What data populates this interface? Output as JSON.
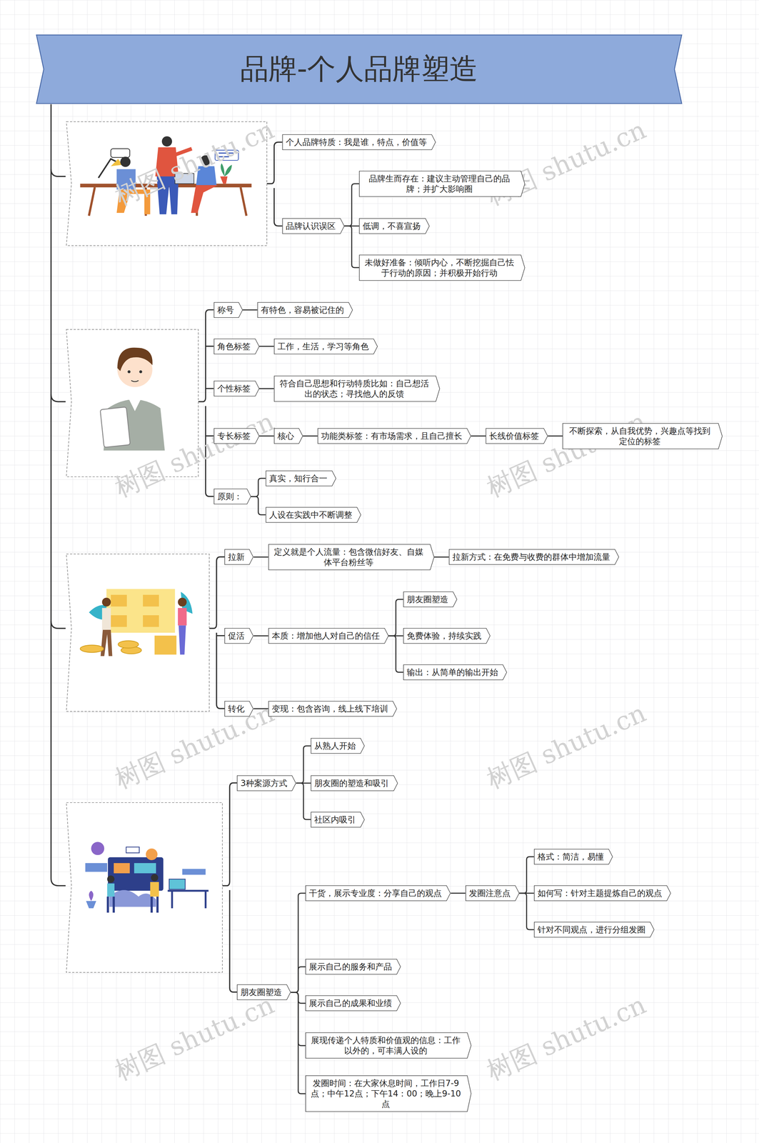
{
  "diagram": {
    "title": "品牌-个人品牌塑造",
    "nodes": [
      {
        "text": [
          "个人品牌特质：我是谁，特点，价值等"
        ]
      },
      {
        "text": [
          "品牌认识误区"
        ]
      },
      {
        "text": [
          "品牌生而存在：建议主动管理自己的品牌；并扩大影响圈"
        ]
      },
      {
        "text": [
          "低调，不喜宣扬"
        ]
      },
      {
        "text": [
          "未做好准备：倾听内心，不断挖掘自己怯于行动的原因；并积极开始行动"
        ]
      },
      {
        "text": [
          "称号"
        ]
      },
      {
        "text": [
          "有特色，容易被记住的"
        ]
      },
      {
        "text": [
          "角色标签"
        ]
      },
      {
        "text": [
          "工作，生活，学习等角色"
        ]
      },
      {
        "text": [
          "个性标签"
        ]
      },
      {
        "text": [
          "符合自己思想和行动特质比如：自己想活出的状态；寻找他人的反馈"
        ]
      },
      {
        "text": [
          "专长标签"
        ]
      },
      {
        "text": [
          "核心"
        ]
      },
      {
        "text": [
          "功能类标签：有市场需求，且自己擅长"
        ]
      },
      {
        "text": [
          "长线价值标签"
        ]
      },
      {
        "text": [
          "不断探索，从自我优势，兴趣点等找到定位的标签"
        ]
      },
      {
        "text": [
          "原则："
        ]
      },
      {
        "text": [
          "真实，知行合一"
        ]
      },
      {
        "text": [
          "人设在实践中不断调整"
        ]
      },
      {
        "text": [
          "拉新"
        ]
      },
      {
        "text": [
          "定义就是个人流量：包含微信好友、自媒体平台粉丝等"
        ]
      },
      {
        "text": [
          "拉新方式：在免费与收费的群体中增加流量"
        ]
      },
      {
        "text": [
          "促活"
        ]
      },
      {
        "text": [
          "本质：增加他人对自己的信任"
        ]
      },
      {
        "text": [
          "朋友圈塑造"
        ]
      },
      {
        "text": [
          "免费体验，持续实践"
        ]
      },
      {
        "text": [
          "输出：从简单的输出开始"
        ]
      },
      {
        "text": [
          "转化"
        ]
      },
      {
        "text": [
          "变现：包含咨询，线上线下培训"
        ]
      },
      {
        "text": [
          "3种案源方式"
        ]
      },
      {
        "text": [
          "从熟人开始"
        ]
      },
      {
        "text": [
          "朋友圈的塑造和吸引"
        ]
      },
      {
        "text": [
          "社区内吸引"
        ]
      },
      {
        "text": [
          "朋友圈塑造"
        ]
      },
      {
        "text": [
          "干货，展示专业度：分享自己的观点"
        ]
      },
      {
        "text": [
          "发圈注意点"
        ]
      },
      {
        "text": [
          "格式：简洁，易懂"
        ]
      },
      {
        "text": [
          "如何写：针对主题提炼自己的观点"
        ]
      },
      {
        "text": [
          "针对不同观点，进行分组发圈"
        ]
      },
      {
        "text": [
          "展示自己的服务和产品"
        ]
      },
      {
        "text": [
          "展示自己的成果和业绩"
        ]
      },
      {
        "text": [
          "展现传递个人特质和价值观的信息：工作以外的，可丰满人设的"
        ]
      },
      {
        "text": [
          "发圈时间：在大家休息时间，工作日7-9点；中午12点；下午14：00；晚上9-10点"
        ]
      }
    ],
    "edges": [
      {
        "from": 1,
        "to": 2,
        "arrow": "none"
      },
      {
        "from": 1,
        "to": 3,
        "arrow": "none"
      },
      {
        "from": 1,
        "to": 4,
        "arrow": "none"
      },
      {
        "from": 5,
        "to": 6,
        "arrow": "none"
      },
      {
        "from": 7,
        "to": 8,
        "arrow": "none"
      },
      {
        "from": 9,
        "to": 10,
        "arrow": "none"
      },
      {
        "from": 11,
        "to": 12,
        "arrow": "none"
      },
      {
        "from": 12,
        "to": 13,
        "arrow": "none"
      },
      {
        "from": 13,
        "to": 14,
        "arrow": "none"
      },
      {
        "from": 14,
        "to": 15,
        "arrow": "none"
      },
      {
        "from": 16,
        "to": 17,
        "arrow": "none"
      },
      {
        "from": 16,
        "to": 18,
        "arrow": "none"
      },
      {
        "from": 19,
        "to": 20,
        "arrow": "none"
      },
      {
        "from": 20,
        "to": 21,
        "arrow": "none"
      },
      {
        "from": 22,
        "to": 23,
        "arrow": "none"
      },
      {
        "from": 23,
        "to": 24,
        "arrow": "none"
      },
      {
        "from": 23,
        "to": 25,
        "arrow": "none"
      },
      {
        "from": 23,
        "to": 26,
        "arrow": "none"
      },
      {
        "from": 27,
        "to": 28,
        "arrow": "none"
      },
      {
        "from": 29,
        "to": 30,
        "arrow": "none"
      },
      {
        "from": 29,
        "to": 31,
        "arrow": "none"
      },
      {
        "from": 29,
        "to": 32,
        "arrow": "none"
      },
      {
        "from": 33,
        "to": 34,
        "arrow": "none"
      },
      {
        "from": 34,
        "to": 35,
        "arrow": "none"
      },
      {
        "from": 35,
        "to": 36,
        "arrow": "none"
      },
      {
        "from": 35,
        "to": 37,
        "arrow": "none"
      },
      {
        "from": 35,
        "to": 38,
        "arrow": "none"
      },
      {
        "from": 33,
        "to": 39,
        "arrow": "none"
      },
      {
        "from": 33,
        "to": 40,
        "arrow": "none"
      },
      {
        "from": 33,
        "to": 41,
        "arrow": "none"
      },
      {
        "from": 33,
        "to": 42,
        "arrow": "none"
      }
    ],
    "labels": [
      "树图 shutu.cn",
      "树图 shutu.cn",
      "树图 shutu.cn",
      "树图 shutu.cn",
      "树图 shutu.cn",
      "树图 shutu.cn",
      "树图 shutu.cn",
      "树图 shutu.cn"
    ]
  }
}
